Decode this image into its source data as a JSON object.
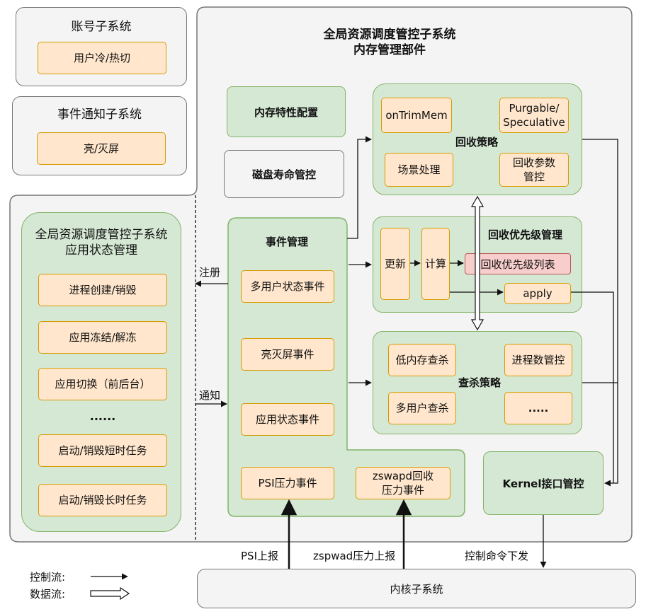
{
  "account": {
    "title": "账号子系统",
    "item": "用户冷/热切"
  },
  "event_notify": {
    "title": "事件通知子系统",
    "item": "亮/灭屏"
  },
  "app_state": {
    "title_line1": "全局资源调度管控子系统",
    "title_line2": "应用状态管理",
    "items": [
      "进程创建/销毁",
      "应用冻结/解冻",
      "应用切换（前后台）",
      "......",
      "启动/销毁短时任务",
      "启动/销毁长时任务"
    ]
  },
  "main": {
    "title_line1": "全局资源调度管控子系统",
    "title_line2": "内存管理部件"
  },
  "memory_config": "内存特性配置",
  "disk_life": "磁盘寿命管控",
  "reclaim_strategy": {
    "title": "回收策略",
    "items": [
      "onTrimMem",
      "Purgable/\nSpeculative",
      "场景处理",
      "回收参数\n管控"
    ]
  },
  "priority_mgmt": {
    "title": "回收优先级管理",
    "update": "更新",
    "compute": "计算",
    "list": "回收优先级列表",
    "apply": "apply"
  },
  "event_mgmt": {
    "title": "事件管理",
    "items": [
      "多用户状态事件",
      "亮灭屏事件",
      "应用状态事件",
      "PSI压力事件",
      "zswapd回收\n压力事件"
    ]
  },
  "kill_strategy": {
    "title": "查杀策略",
    "items": [
      "低内存查杀",
      "进程数管控",
      "多用户查杀",
      "....."
    ]
  },
  "kernel_mgmt": "Kernel接口管控",
  "kernel": "内核子系统",
  "edge_labels": {
    "register": "注册",
    "notify": "通知",
    "psi_report": "PSI上报",
    "zswapd_report": "zspwad压力上报",
    "control_cmd": "控制命令下发"
  },
  "legend": {
    "control_flow": "控制流:",
    "data_flow": "数据流:"
  }
}
